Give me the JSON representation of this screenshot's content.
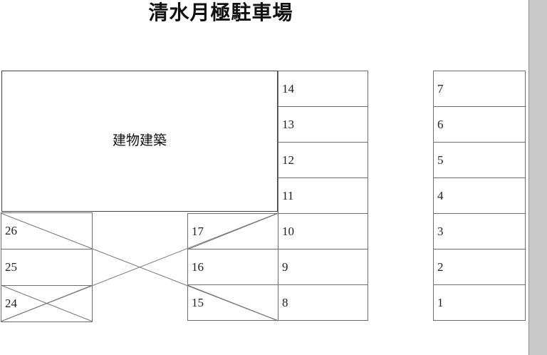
{
  "page": {
    "title": "清水月極駐車場",
    "background_color": "#ffffff",
    "line_color": "#5b5b5b",
    "text_color": "#1a1a1a"
  },
  "building": {
    "label": "建物建築"
  },
  "columns": {
    "middle": {
      "name": "middle-stall-column",
      "stalls": [
        {
          "number": "14"
        },
        {
          "number": "13"
        },
        {
          "number": "12"
        },
        {
          "number": "11"
        },
        {
          "number": "10"
        },
        {
          "number": "9"
        },
        {
          "number": "8"
        }
      ]
    },
    "right": {
      "name": "right-stall-column",
      "stalls": [
        {
          "number": "7"
        },
        {
          "number": "6"
        },
        {
          "number": "5"
        },
        {
          "number": "4"
        },
        {
          "number": "3"
        },
        {
          "number": "2"
        },
        {
          "number": "1"
        }
      ]
    },
    "lower_left": {
      "name": "lower-left-stall-column",
      "stalls": [
        {
          "number": "26"
        },
        {
          "number": "25"
        },
        {
          "number": "24"
        }
      ]
    },
    "lower_middle": {
      "name": "lower-middle-stall-column",
      "stalls": [
        {
          "number": "17"
        },
        {
          "number": "16"
        },
        {
          "number": "15"
        }
      ]
    }
  },
  "scrollbar": {
    "track_color": "#c9c9c9",
    "border_color": "#8f8f8f"
  }
}
